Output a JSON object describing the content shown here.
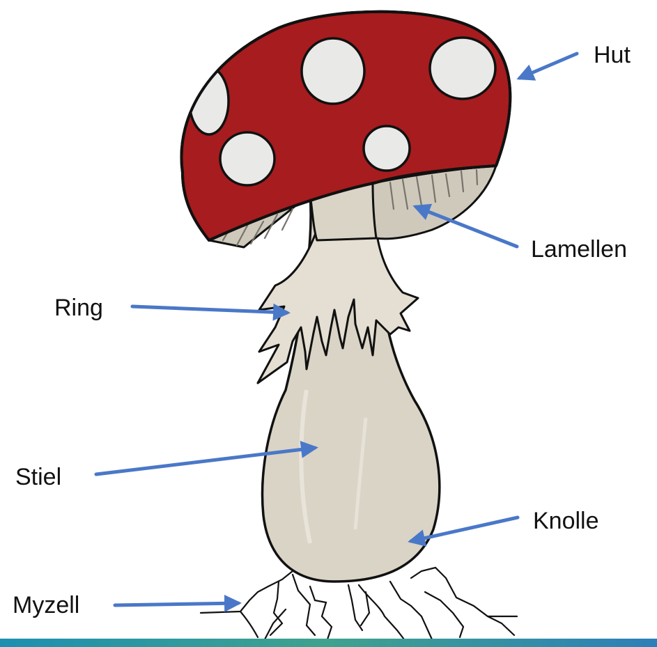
{
  "labels": {
    "hut": "Hut",
    "lamellen": "Lamellen",
    "ring": "Ring",
    "stiel": "Stiel",
    "knolle": "Knolle",
    "myzell": "Myzell"
  },
  "colors": {
    "cap": "#a71c1e",
    "spots": "#e9e9e8",
    "stem": "#d9d3c4",
    "gills": "#cfc9bc",
    "outline": "#111111",
    "arrow": "#4a78c8",
    "bottom_bar": "#2a93a8"
  },
  "icons": {
    "main": "toadstool-illustration"
  }
}
